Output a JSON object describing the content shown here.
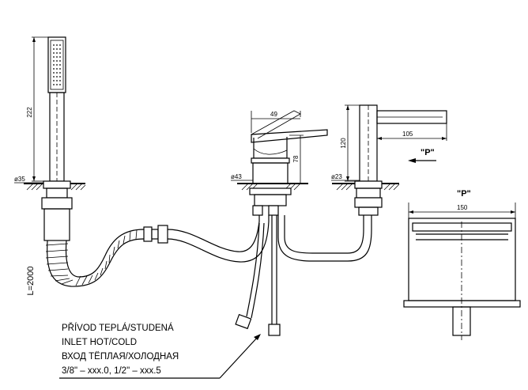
{
  "dimensions": {
    "handshower_length": "222",
    "handshower_dia": "ø35",
    "hose_length": "L=2000",
    "mixer_width": "49",
    "mixer_height": "78",
    "mixer_dia": "ø43",
    "spout_height": "120",
    "spout_length": "105",
    "spout_dia": "ø23",
    "detail_width": "150"
  },
  "detail": {
    "view_label": "\"P\"",
    "detail_label": "\"P\""
  },
  "inlet_note": {
    "line1": "PŘÍVOD TEPLÁ/STUDENÁ",
    "line2": "INLET HOT/COLD",
    "line3": "ВХОД ТЁПЛАЯ/ХОЛОДНАЯ",
    "line4": "3/8\" – xxx.0, 1/2\" – xxx.5"
  }
}
